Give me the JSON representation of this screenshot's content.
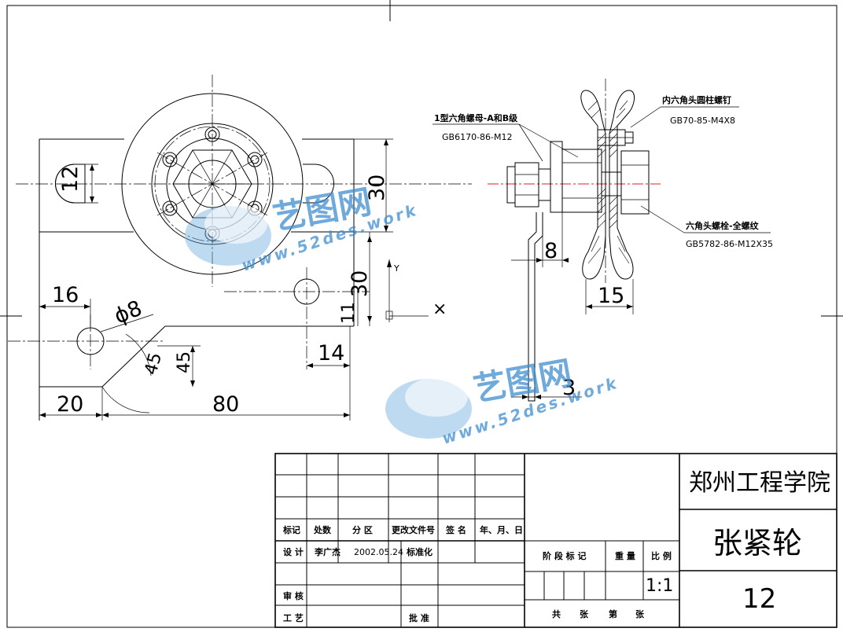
{
  "dimensions": {
    "d12": "12",
    "d30_top": "30",
    "d16": "16",
    "d8_dia": "ϕ8",
    "d30_mid": "30",
    "d11": "11",
    "d14": "14",
    "d45": "45",
    "d45_deg": "45",
    "d20": "20",
    "d80": "80",
    "d8_right": "8",
    "d15": "15",
    "d3": "3"
  },
  "axis_labels": {
    "y": "Y",
    "x": "×"
  },
  "callouts": {
    "nut_name": "1型六角螺母-A和B级",
    "nut_std": "GB6170-86-M12",
    "screw_name": "内六角头圆柱螺钉",
    "screw_std": "GB70-85-M4X8",
    "bolt_name": "六角头螺栓-全螺纹",
    "bolt_std": "GB5782-86-M12X35"
  },
  "title_block": {
    "headers": [
      "标记",
      "处数",
      "分 区",
      "更改文件号",
      "签 名",
      "年、月、日"
    ],
    "design_label": "设 计",
    "designer": "李广杰",
    "design_date": "2002.05.24",
    "standardize_label": "标准化",
    "review_label": "审 核",
    "process_label": "工 艺",
    "approve_label": "批 准",
    "stage_label": "阶 段 标 记",
    "weight_label": "重 量",
    "scale_label": "比 例",
    "scale_value": "1:1",
    "sheets_total": "共",
    "sheets_unit1": "张",
    "sheet_no": "第",
    "sheets_unit2": "张",
    "school": "郑州工程学院",
    "part_name": "张紧轮",
    "drawing_number": "12"
  },
  "watermark": {
    "brand": "艺图网",
    "url": "www.52des.work"
  }
}
